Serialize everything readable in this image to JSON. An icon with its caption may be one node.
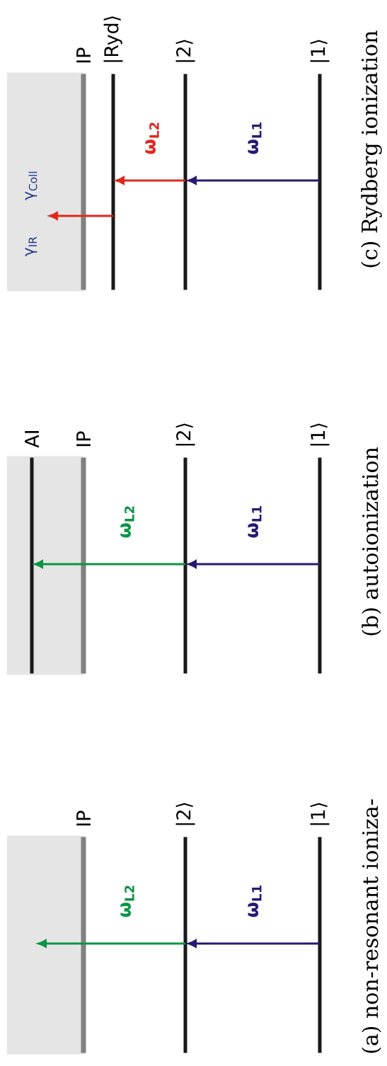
{
  "diagram": {
    "nodes": [
      {
        "text": [],
        "shape": "box"
      },
      {
        "text": [
          "IP"
        ],
        "in": 0
      },
      {
        "text": [
          "|2⟩"
        ]
      },
      {
        "text": [
          "|1⟩"
        ]
      },
      {
        "text": [],
        "shape": "box"
      },
      {
        "text": [
          "AI"
        ],
        "in": 4
      },
      {
        "text": [
          "IP"
        ],
        "in": 4
      },
      {
        "text": [
          "|2⟩"
        ]
      },
      {
        "text": [
          "|1⟩"
        ]
      },
      {
        "text": [],
        "shape": "box"
      },
      {
        "text": [
          "IP"
        ],
        "in": 9
      },
      {
        "text": [
          "|Ryd⟩"
        ]
      },
      {
        "text": [
          "|2⟩"
        ]
      },
      {
        "text": [
          "|1⟩"
        ]
      }
    ],
    "edges": [
      {
        "from": 3,
        "to": 2,
        "arrow": "to",
        "label": "ω$_{L1}$",
        "color": "#261a73"
      },
      {
        "from": 2,
        "to": null,
        "arrow": "to",
        "label": "ω$_{L2}$",
        "color": "#0b9444"
      },
      {
        "from": 8,
        "to": 7,
        "arrow": "to",
        "label": "ω$_{L1}$",
        "color": "#261a73"
      },
      {
        "from": 7,
        "to": 5,
        "arrow": "to",
        "label": "ω$_{L2}$",
        "color": "#0b9444"
      },
      {
        "from": 13,
        "to": 12,
        "arrow": "to",
        "label": "ω$_{L1}$",
        "color": "#261a73"
      },
      {
        "from": 12,
        "to": 11,
        "arrow": "to",
        "label": "ω$_{L2}$",
        "color": "#e2261c"
      },
      {
        "from": 11,
        "to": null,
        "arrow": "to",
        "color": "#e2261c"
      }
    ],
    "labels": [
      "(a) non-resonant ioniza-",
      "(b) autoionization",
      "γ$_{IR}$",
      "γ$_{Coll}$",
      "(c) Rydberg ionization"
    ]
  }
}
